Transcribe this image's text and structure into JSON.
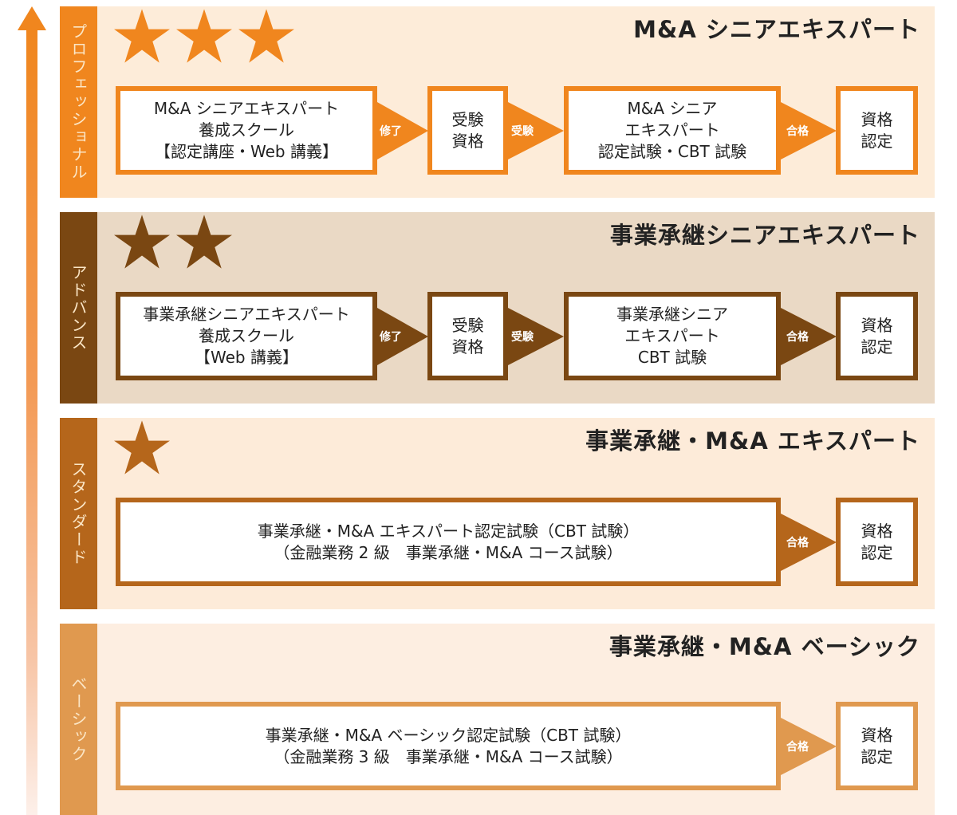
{
  "colors": {
    "arrow": "#f0861e",
    "professional": {
      "bar": "#f0861e",
      "panel": "#fdecd9",
      "border": "#f0861e"
    },
    "advanced": {
      "bar": "#7a4712",
      "panel": "#ead9c5",
      "border": "#7a4712"
    },
    "standard": {
      "bar": "#b5661b",
      "panel": "#fdebd9",
      "border": "#b5661b"
    },
    "basic": {
      "bar": "#e0994f",
      "panel": "#fdeee1",
      "border": "#e0994f"
    }
  },
  "tiers": [
    {
      "level": "プロフェッショナル",
      "stars": 3,
      "title": "M&A シニアエキスパート",
      "course": [
        "M&A シニアエキスパート",
        "養成スクール",
        "【認定講座・Web 講義】"
      ],
      "step1": "修了",
      "eligibility": [
        "受験",
        "資格"
      ],
      "step2": "受験",
      "exam": [
        "M&A シニア",
        "エキスパート",
        "認定試験・CBT 試験"
      ],
      "step3": "合格",
      "result": [
        "資格",
        "認定"
      ]
    },
    {
      "level": "アドバンス",
      "stars": 2,
      "title": "事業承継シニアエキスパート",
      "course": [
        "事業承継シニアエキスパート",
        "養成スクール",
        "【Web 講義】"
      ],
      "step1": "修了",
      "eligibility": [
        "受験",
        "資格"
      ],
      "step2": "受験",
      "exam": [
        "事業承継シニア",
        "エキスパート",
        "CBT 試験"
      ],
      "step3": "合格",
      "result": [
        "資格",
        "認定"
      ]
    },
    {
      "level": "スタンダード",
      "stars": 1,
      "title": "事業承継・M&A エキスパート",
      "exam": [
        "事業承継・M&A エキスパート認定試験（CBT 試験）",
        "（金融業務 2 級　事業承継・M&A コース試験）"
      ],
      "step3": "合格",
      "result": [
        "資格",
        "認定"
      ]
    },
    {
      "level": "ベーシック",
      "stars": 0,
      "title": "事業承継・M&A ベーシック",
      "exam": [
        "事業承継・M&A ベーシック認定試験（CBT 試験）",
        "（金融業務 3 級　事業承継・M&A コース試験）"
      ],
      "step3": "合格",
      "result": [
        "資格",
        "認定"
      ]
    }
  ]
}
